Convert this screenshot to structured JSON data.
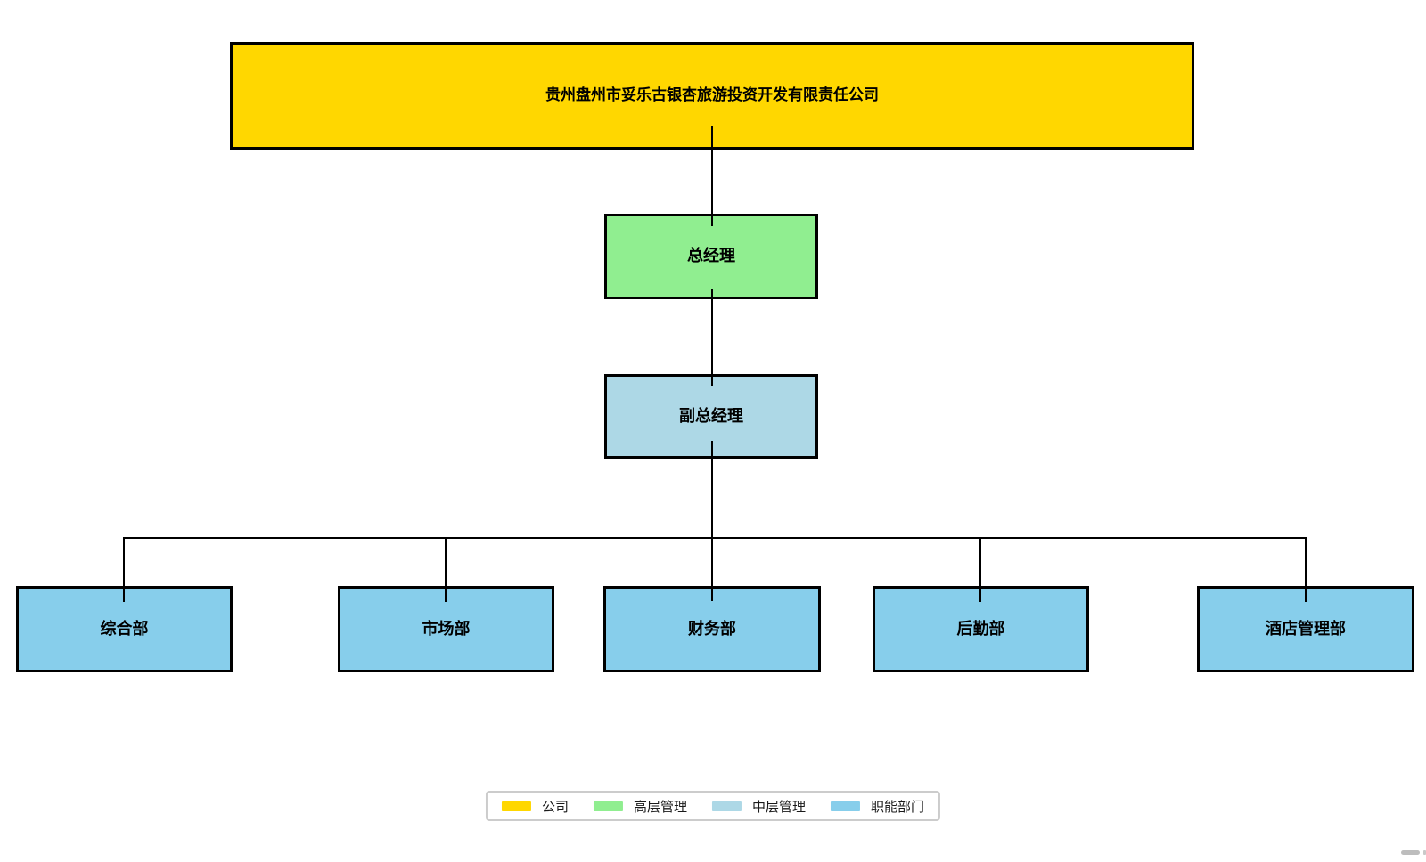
{
  "org_chart": {
    "company": {
      "label": "贵州盘州市妥乐古银杏旅游投资开发有限责任公司",
      "color": "#FFD700"
    },
    "general_manager": {
      "label": "总经理",
      "color": "#90EE90"
    },
    "deputy_general_manager": {
      "label": "副总经理",
      "color": "#ADD8E6"
    },
    "departments": [
      {
        "label": "综合部",
        "color": "#87CEEB"
      },
      {
        "label": "市场部",
        "color": "#87CEEB"
      },
      {
        "label": "财务部",
        "color": "#87CEEB"
      },
      {
        "label": "后勤部",
        "color": "#87CEEB"
      },
      {
        "label": "酒店管理部",
        "color": "#87CEEB"
      }
    ]
  },
  "legend": {
    "items": [
      {
        "label": "公司",
        "color": "#FFD700"
      },
      {
        "label": "高层管理",
        "color": "#90EE90"
      },
      {
        "label": "中层管理",
        "color": "#ADD8E6"
      },
      {
        "label": "职能部门",
        "color": "#87CEEB"
      }
    ]
  },
  "colors": {
    "background": "#FFFFFF",
    "node_border": "#000000",
    "node_text": "#000000",
    "connector": "#000000",
    "legend_border": "#CCCCCC",
    "company_fill": "#FFD700",
    "senior_management_fill": "#90EE90",
    "middle_management_fill": "#ADD8E6",
    "functional_department_fill": "#87CEEB"
  }
}
